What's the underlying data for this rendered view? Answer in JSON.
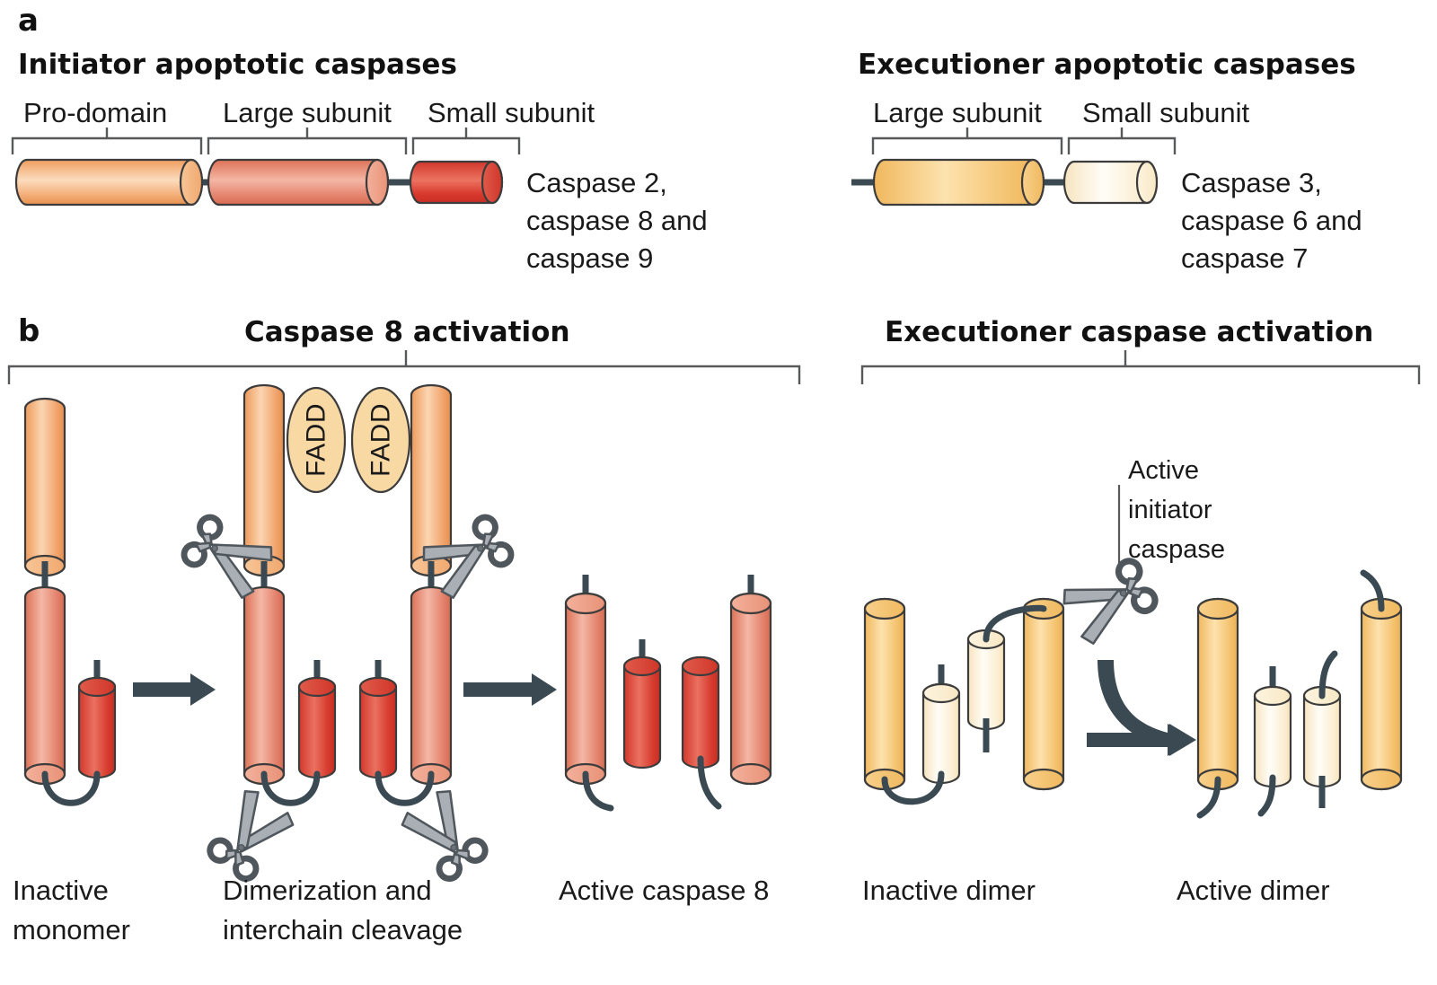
{
  "figure": {
    "title_hidden": "Caspase structure and activation",
    "background": "#ffffff"
  },
  "panels": [
    {
      "letter": "a",
      "groups": [
        {
          "title": "Initiator apoptotic caspases",
          "domain_labels": [
            "Pro-domain",
            "Large subunit",
            "Small subunit"
          ],
          "caspase_lines": [
            "Caspase 2,",
            "caspase 8 and",
            "caspase 9"
          ]
        },
        {
          "title": "Executioner apoptotic caspases",
          "domain_labels": [
            "Large subunit",
            "Small subunit"
          ],
          "caspase_lines": [
            "Caspase 3,",
            "caspase 6 and",
            "caspase 7"
          ]
        }
      ]
    },
    {
      "letter": "b",
      "groups": [
        {
          "title": "Caspase 8 activation",
          "state_labels": [
            [
              "Inactive",
              "monomer"
            ],
            [
              "Dimerization and",
              "interchain cleavage"
            ],
            [
              "Active caspase 8"
            ]
          ],
          "adaptor_label": "FADD",
          "adaptor_count": 2
        },
        {
          "title": "Executioner caspase activation",
          "state_labels": [
            [
              "Inactive dimer"
            ],
            [
              "Active dimer"
            ]
          ],
          "callout_lines": [
            "Active",
            "initiator",
            "caspase"
          ]
        }
      ]
    }
  ],
  "colors": {
    "pro_domain": "#f2a96e",
    "pro_domain_light": "#fbd7b4",
    "large_subunit_initiator": "#e07a63",
    "large_subunit_initiator_light": "#f3b6a4",
    "small_subunit_initiator": "#d63a2f",
    "small_subunit_initiator_light": "#e9705f",
    "large_subunit_executioner": "#f3c06a",
    "large_subunit_executioner_light": "#fce3ad",
    "small_subunit_executioner": "#fbebcd",
    "small_subunit_executioner_light": "#fffaf0",
    "fadd_fill": "#f8d9a4",
    "linker": "#3b4a52",
    "arrow": "#3b4a52",
    "bracket": "#58595b",
    "scissors": "#a9afb4",
    "outline": "#3c3c3c",
    "text": "#1a1a1a"
  },
  "icons": {
    "scissors": "scissors-icon",
    "arrow": "arrow-right-icon",
    "curved_arrow": "curved-arrow-icon"
  }
}
